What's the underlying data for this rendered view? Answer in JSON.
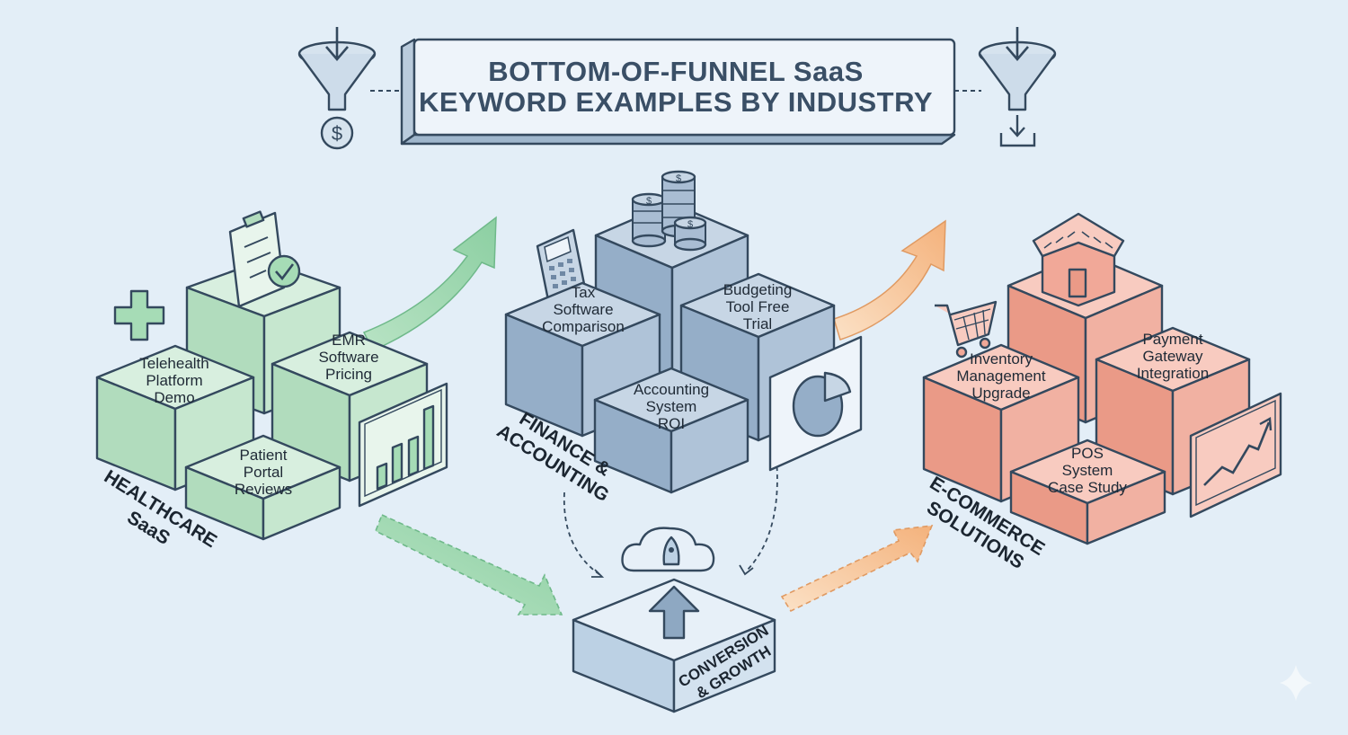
{
  "title": {
    "line1": "BOTTOM-OF-FUNNEL SaaS",
    "line2": "KEYWORD EXAMPLES BY INDUSTRY"
  },
  "industries": {
    "healthcare": {
      "label_line1": "HEALTHCARE",
      "label_line2": "SaaS",
      "color": "#bfe3cc",
      "keywords": [
        [
          "Telehealth",
          "Platform",
          "Demo"
        ],
        [
          "EMR",
          "Software",
          "Pricing"
        ],
        [
          "Patient",
          "Portal",
          "Reviews"
        ]
      ],
      "icons": [
        "medical-cross-icon",
        "clipboard-checklist-icon",
        "bar-chart-icon"
      ]
    },
    "finance": {
      "label_line1": "FINANCE &",
      "label_line2": "ACCOUNTING",
      "color": "#a9bdd3",
      "keywords": [
        [
          "Tax",
          "Software",
          "Comparison"
        ],
        [
          "Budgeting",
          "Tool Free",
          "Trial"
        ],
        [
          "Accounting",
          "System",
          "ROI"
        ]
      ],
      "icons": [
        "calculator-icon",
        "coin-stack-icon",
        "pie-chart-icon"
      ]
    },
    "ecommerce": {
      "label_line1": "E-COMMERCE",
      "label_line2": "SOLUTIONS",
      "color": "#f1a898",
      "keywords": [
        [
          "Inventory",
          "Management",
          "Upgrade"
        ],
        [
          "Payment",
          "Gateway",
          "Integration"
        ],
        [
          "POS",
          "System",
          "Case Study"
        ]
      ],
      "icons": [
        "shopping-cart-icon",
        "storefront-icon",
        "trend-chart-icon"
      ]
    }
  },
  "hub": {
    "label_line1": "CONVERSION",
    "label_line2": "& GROWTH",
    "icons": [
      "cloud-rocket-icon",
      "up-arrow-icon"
    ]
  },
  "decor_icons": [
    "funnel-icon",
    "dollar-coin-icon",
    "download-icon"
  ],
  "colors": {
    "background": "#e3eef7",
    "green_arrow": "#bfe6c8",
    "orange_arrow": "#f7c8a0",
    "title_box": "#eef4fa"
  }
}
